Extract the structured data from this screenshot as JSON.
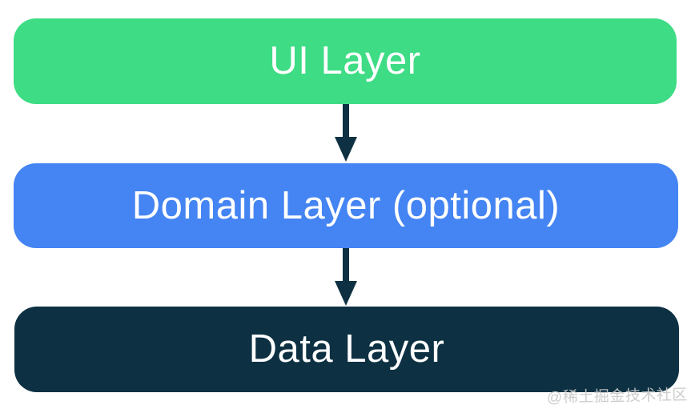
{
  "diagram": {
    "title_implied": "App architecture layers",
    "background_color": "#ffffff",
    "arrow_color": "#0d3143",
    "boxes": [
      {
        "id": "ui-layer",
        "label": "UI Layer",
        "color": "#3edc84",
        "text_color": "#ffffff"
      },
      {
        "id": "domain-layer",
        "label": "Domain Layer (optional)",
        "color": "#4484f3",
        "text_color": "#ffffff"
      },
      {
        "id": "data-layer",
        "label": "Data Layer",
        "color": "#0d3143",
        "text_color": "#ffffff"
      }
    ],
    "watermark": "@稀土掘金技术社区"
  }
}
